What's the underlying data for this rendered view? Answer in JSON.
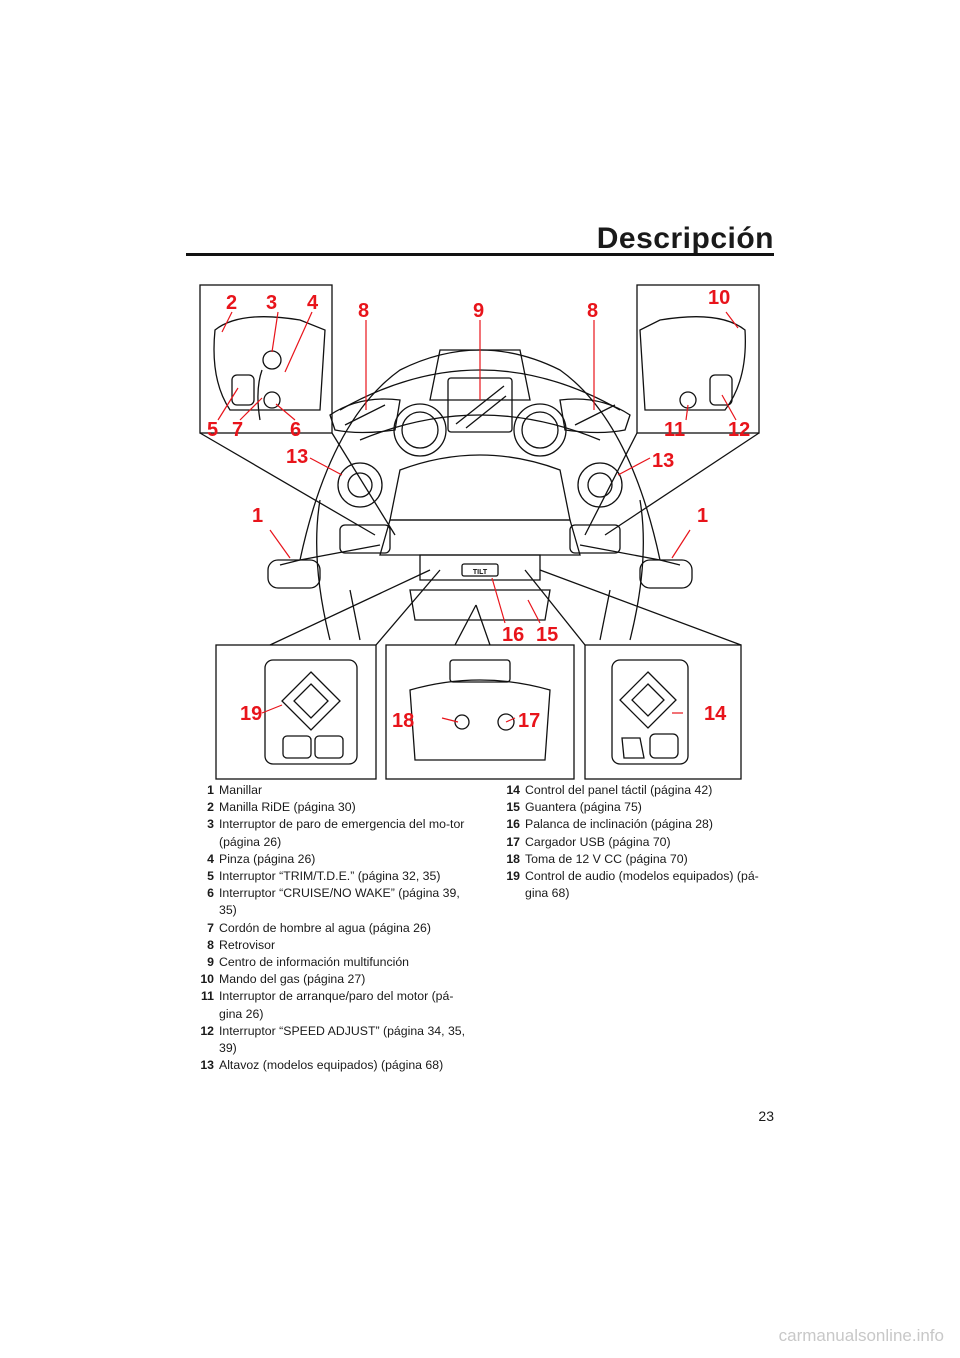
{
  "header": {
    "title": "Descripción"
  },
  "figure": {
    "callouts": [
      "1",
      "2",
      "3",
      "4",
      "5",
      "6",
      "7",
      "8",
      "9",
      "10",
      "11",
      "12",
      "13",
      "14",
      "15",
      "16",
      "17",
      "18",
      "19"
    ],
    "tilt_label": "TILT"
  },
  "legend": {
    "left": [
      {
        "num": "1",
        "text": "Manillar"
      },
      {
        "num": "2",
        "text": "Manilla RiDE (página 30)"
      },
      {
        "num": "3",
        "text": "Interruptor de paro de emergencia del mo-tor (página 26)"
      },
      {
        "num": "4",
        "text": "Pinza (página 26)"
      },
      {
        "num": "5",
        "text": "Interruptor “TRIM/T.D.E.” (página 32, 35)"
      },
      {
        "num": "6",
        "text": "Interruptor “CRUISE/NO WAKE” (página 39, 35)"
      },
      {
        "num": "7",
        "text": "Cordón de hombre al agua (página 26)"
      },
      {
        "num": "8",
        "text": "Retrovisor"
      },
      {
        "num": "9",
        "text": "Centro de información multifunción"
      },
      {
        "num": "10",
        "text": "Mando del gas (página 27)"
      },
      {
        "num": "11",
        "text": "Interruptor de arranque/paro del motor (pá-gina 26)"
      },
      {
        "num": "12",
        "text": "Interruptor “SPEED ADJUST” (página 34, 35, 39)"
      },
      {
        "num": "13",
        "text": "Altavoz (modelos equipados) (página 68)"
      }
    ],
    "right": [
      {
        "num": "14",
        "text": "Control del panel táctil (página 42)"
      },
      {
        "num": "15",
        "text": "Guantera (página 75)"
      },
      {
        "num": "16",
        "text": "Palanca de inclinación (página 28)"
      },
      {
        "num": "17",
        "text": "Cargador USB (página 70)"
      },
      {
        "num": "18",
        "text": "Toma de 12 V CC (página 70)"
      },
      {
        "num": "19",
        "text": "Control de audio (modelos equipados) (pá-gina 68)"
      }
    ]
  },
  "footer": {
    "page_number": "23",
    "watermark": "carmanualsonline.info"
  },
  "colors": {
    "callout": "#e8141b",
    "line": "#111111"
  }
}
